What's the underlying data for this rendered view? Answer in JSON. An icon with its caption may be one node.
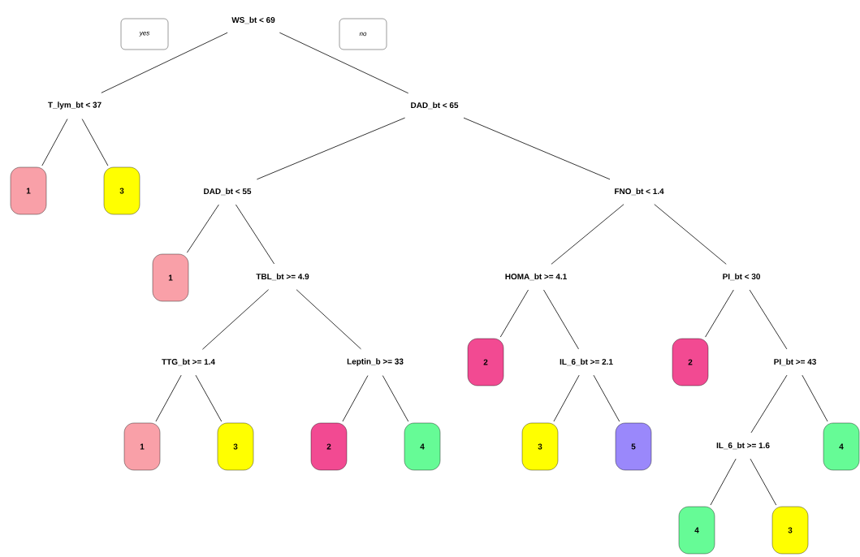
{
  "diagram": {
    "nodes": [
      {
        "text": [
          "WS_bt < 69"
        ]
      },
      {
        "text": [
          "yes"
        ]
      },
      {
        "text": [
          "no"
        ]
      },
      {
        "text": [
          "T_lym_bt < 37"
        ]
      },
      {
        "text": [
          "DAD_bt < 65"
        ]
      },
      {
        "text": [
          "1"
        ]
      },
      {
        "text": [
          "3"
        ]
      },
      {
        "text": [
          "DAD_bt < 55"
        ]
      },
      {
        "text": [
          "FNO_bt < 1.4"
        ]
      },
      {
        "text": [
          "1"
        ]
      },
      {
        "text": [
          "TBL_bt >= 4.9"
        ]
      },
      {
        "text": [
          "HOMA_bt >= 4.1"
        ]
      },
      {
        "text": [
          "PI_bt < 30"
        ]
      },
      {
        "text": [
          "TTG_bt >= 1.4"
        ]
      },
      {
        "text": [
          "Leptin_b >= 33"
        ]
      },
      {
        "text": [
          "2"
        ]
      },
      {
        "text": [
          "IL_6_bt >= 2.1"
        ]
      },
      {
        "text": [
          "2"
        ]
      },
      {
        "text": [
          "PI_bt >= 43"
        ]
      },
      {
        "text": [
          "1"
        ]
      },
      {
        "text": [
          "3"
        ]
      },
      {
        "text": [
          "2"
        ]
      },
      {
        "text": [
          "4"
        ]
      },
      {
        "text": [
          "3"
        ]
      },
      {
        "text": [
          "5"
        ]
      },
      {
        "text": [
          "IL_6_bt >= 1.6"
        ]
      },
      {
        "text": [
          "4"
        ]
      },
      {
        "text": [
          "4"
        ]
      },
      {
        "text": [
          "3"
        ]
      }
    ],
    "edges": [
      {
        "from": 0,
        "to": 3,
        "arrow": "none"
      },
      {
        "from": 0,
        "to": 4,
        "arrow": "none"
      },
      {
        "from": 3,
        "to": 5,
        "arrow": "none"
      },
      {
        "from": 3,
        "to": 6,
        "arrow": "none"
      },
      {
        "from": 4,
        "to": 7,
        "arrow": "none"
      },
      {
        "from": 4,
        "to": 8,
        "arrow": "none"
      },
      {
        "from": 7,
        "to": 9,
        "arrow": "none"
      },
      {
        "from": 7,
        "to": 10,
        "arrow": "none"
      },
      {
        "from": 8,
        "to": 11,
        "arrow": "none"
      },
      {
        "from": 8,
        "to": 12,
        "arrow": "none"
      },
      {
        "from": 10,
        "to": 13,
        "arrow": "none"
      },
      {
        "from": 10,
        "to": 14,
        "arrow": "none"
      },
      {
        "from": 11,
        "to": 15,
        "arrow": "none"
      },
      {
        "from": 11,
        "to": 16,
        "arrow": "none"
      },
      {
        "from": 12,
        "to": 17,
        "arrow": "none"
      },
      {
        "from": 12,
        "to": 18,
        "arrow": "none"
      },
      {
        "from": 13,
        "to": 19,
        "arrow": "none"
      },
      {
        "from": 13,
        "to": 20,
        "arrow": "none"
      },
      {
        "from": 14,
        "to": 21,
        "arrow": "none"
      },
      {
        "from": 14,
        "to": 22,
        "arrow": "none"
      },
      {
        "from": 16,
        "to": 23,
        "arrow": "none"
      },
      {
        "from": 16,
        "to": 24,
        "arrow": "none"
      },
      {
        "from": 18,
        "to": 25,
        "arrow": "none"
      },
      {
        "from": 18,
        "to": 26,
        "arrow": "none"
      },
      {
        "from": 25,
        "to": 27,
        "arrow": "none"
      },
      {
        "from": 25,
        "to": 28,
        "arrow": "none"
      }
    ]
  }
}
